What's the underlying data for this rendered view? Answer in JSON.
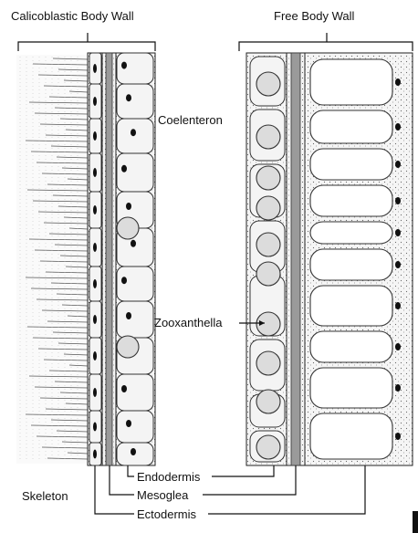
{
  "labels": {
    "calicoblastic_wall": "Calicoblastic Body Wall",
    "free_wall": "Free Body Wall",
    "coelenteron": "Coelenteron",
    "zooxanthella": "Zooxanthella",
    "endodermis": "Endodermis",
    "mesoglea": "Mesoglea",
    "ectodermis": "Ectodermis",
    "skeleton": "Skeleton"
  }
}
